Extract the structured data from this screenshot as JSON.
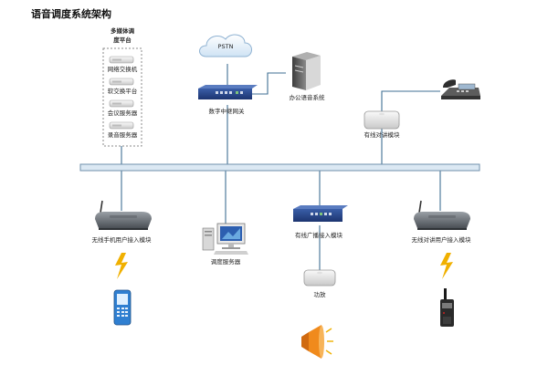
{
  "title": "语音调度系统架构",
  "nodes": {
    "platform_title_1": "多媒体调",
    "platform_title_2": "度平台",
    "platform_items": [
      "网络交换机",
      "软交换平台",
      "会议服务器",
      "录音服务器"
    ],
    "pstn": "PSTN",
    "gateway": "数字中继网关",
    "office": "办公语音系统",
    "wired_intercom": "有线对讲模块",
    "wireless_phone_access": "无线手机用户接入模块",
    "dispatch_server": "调度服务器",
    "wired_broadcast": "有线广播接入模块",
    "amplifier": "功放",
    "wireless_intercom_access": "无线对讲用户接入模块"
  },
  "colors": {
    "bus_fill": "#dbe8f3",
    "bus_stroke": "#6f8fab",
    "line": "#3f6f93",
    "lightning": "#f0b000"
  }
}
